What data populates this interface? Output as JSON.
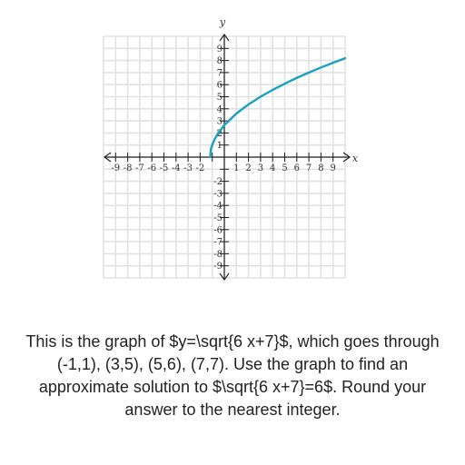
{
  "chart_data": {
    "type": "line",
    "xlabel": "x",
    "ylabel": "y",
    "xlim": [
      -10,
      10
    ],
    "ylim": [
      -10,
      10
    ],
    "grid": true,
    "x_tick_labels": [
      "-9",
      "-8",
      "-7",
      "-6",
      "-5",
      "-4",
      "-3",
      "-2",
      "1",
      "2",
      "3",
      "4",
      "5",
      "6",
      "7",
      "8",
      "9"
    ],
    "y_tick_labels": [
      "9",
      "8",
      "7",
      "6",
      "5",
      "4",
      "3",
      "2",
      "1",
      "-2",
      "-3",
      "-4",
      "-5",
      "-6",
      "-7",
      "-8",
      "-9"
    ],
    "series": [
      {
        "color": "#1ba1bf",
        "x": [
          -1.1667,
          -1.15,
          -1.1,
          -1.0,
          -0.8,
          -0.5,
          0,
          1,
          2,
          3,
          4,
          5,
          6,
          7,
          8,
          9,
          10
        ],
        "y": [
          0,
          0.32,
          0.71,
          1.0,
          1.48,
          2.0,
          2.65,
          3.61,
          4.36,
          5.0,
          5.57,
          6.08,
          6.56,
          7.0,
          7.42,
          7.81,
          8.19
        ]
      }
    ]
  },
  "question": {
    "text": "This is the graph of $y=\\sqrt{6 x+7}$, which goes through (-1,1), (3,5), (5,6), (7,7). Use the graph to find an approximate solution to $\\sqrt{6 x+7}=6$. Round your answer to the nearest integer."
  }
}
